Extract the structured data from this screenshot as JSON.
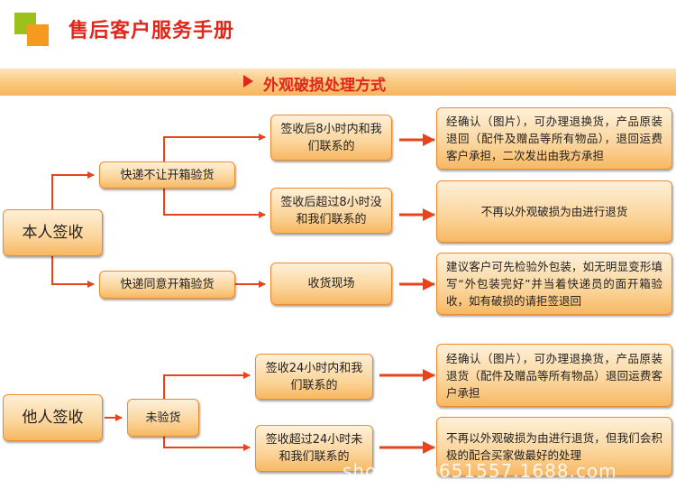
{
  "header": {
    "title": "售后客户服务手册",
    "accent_colors": {
      "lime": "#9bc11c",
      "orange": "#f59a1e",
      "red": "#e1261c"
    }
  },
  "section": {
    "title": "外观破损处理方式"
  },
  "nodes": {
    "self_sign": "本人签收",
    "no_inspect": "快递不让开箱验货",
    "allow_inspect": "快递同意开箱验货",
    "within_8h": "签收后8小时内和我们联系的",
    "over_8h": "签收后超过8小时没和我们联系的",
    "on_site": "收货现场",
    "result_refund": "经确认（图片），可办理退换货，产品原装退回（配件及赠品等所有物品），退回运费客户承担，二次发出由我方承担",
    "result_reject": "不再以外观破损为由进行退货",
    "result_inspect": "建议客户可先检验外包装，如无明显变形填写“外包装完好”并当着快递员的面开箱验收，如有破损的请拒签退回",
    "other_sign": "他人签收",
    "not_inspected": "未验货",
    "within_24h": "签收24小时内和我们联系的",
    "over_24h": "签收超过24小时未和我们联系的",
    "result_refund2": "经确认（图片），可办理退换货，产品原装退货（配件及赠品等所有物品）退回运费客户承担",
    "result_reject2": "不再以外观破损为由进行退货，但我们会积极的配合买家做最好的处理"
  },
  "watermark": "shop1380651557.1688.com"
}
